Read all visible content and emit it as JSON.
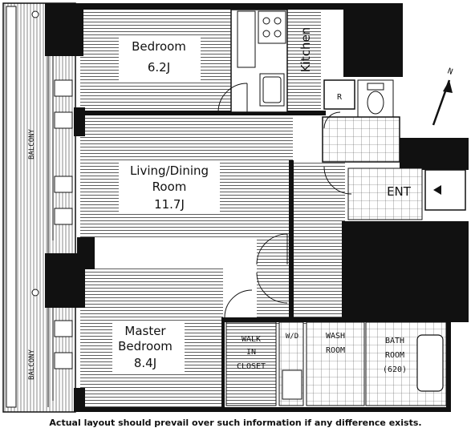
{
  "rooms": {
    "bedroom": {
      "name": "Bedroom",
      "size": "6.2J"
    },
    "kitchen": {
      "name": "Kitchen"
    },
    "living": {
      "name_line1": "Living/Dining",
      "name_line2": "Room",
      "size": "11.7J"
    },
    "master": {
      "name_line1": "Master",
      "name_line2": "Bedroom",
      "size": "8.4J"
    },
    "entrance": {
      "name": "ENT"
    },
    "walk_in_closet": {
      "line1": "WALK",
      "line2": "IN",
      "line3": "CLOSET"
    },
    "washer_dryer": {
      "name": "W/D"
    },
    "wash_room": {
      "line1": "WASH",
      "line2": "ROOM"
    },
    "bath_room": {
      "line1": "BATH",
      "line2": "ROOM",
      "line3": "(620)"
    },
    "refrigerator": {
      "name": "R"
    }
  },
  "balconies": {
    "upper": "BALCONY",
    "lower": "BALCONY"
  },
  "compass": {
    "label": "N"
  },
  "disclaimer": "Actual layout should prevail over such information if any difference exists.",
  "colors": {
    "wall": "#111111",
    "hatch": "#333333",
    "paper": "#ffffff"
  }
}
